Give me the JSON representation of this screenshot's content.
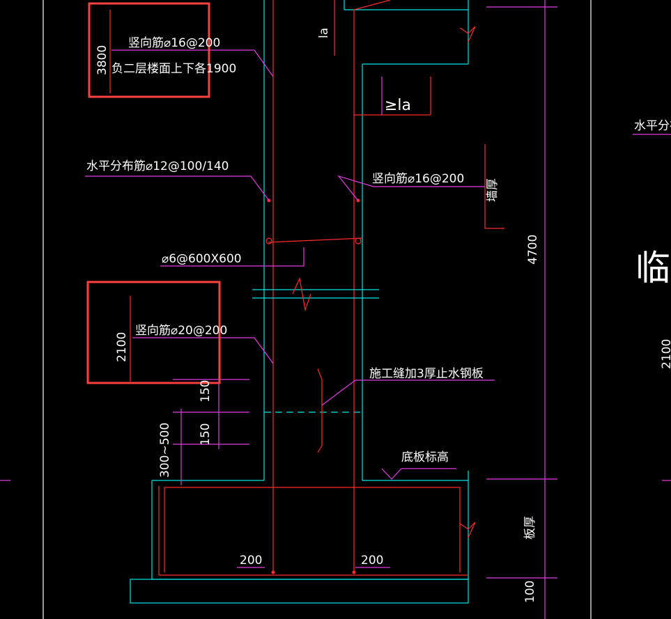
{
  "annotations": {
    "vert_bar_top": "竖向筋⌀16@200",
    "vert_bar_top_extent": "负二层楼面上下各1900",
    "vert_bar_top_length": "3800",
    "horiz_bar": "水平分布筋⌀12@100/140",
    "vert_bar_right": "竖向筋⌀16@200",
    "tie_bar": "⌀6@600X600",
    "vert_bar_bottom": "竖向筋⌀20@200",
    "vert_bar_bottom_length": "2100",
    "waterstop": "施工缝加3厚止水钢板",
    "slab_bottom_elev": "底板标高",
    "lap_length": "≥la",
    "la_label": "la",
    "wall_thickness": "墙厚",
    "height_dim": "4700",
    "slab_thickness": "板厚",
    "dim_150_a": "150",
    "dim_150_b": "150",
    "dim_300_500": "300~500",
    "dim_200_left": "200",
    "dim_200_right": "200",
    "dim_100": "100",
    "right_horiz_bar": "水平分布筋",
    "right_title": "临",
    "right_dim_2100": "2100"
  },
  "colors": {
    "background": "#000000",
    "cyan": "#00e5e5",
    "red": "#ff2a2a",
    "magenta": "#e33be3",
    "white": "#ffffff",
    "highlight": "#ff4040"
  }
}
